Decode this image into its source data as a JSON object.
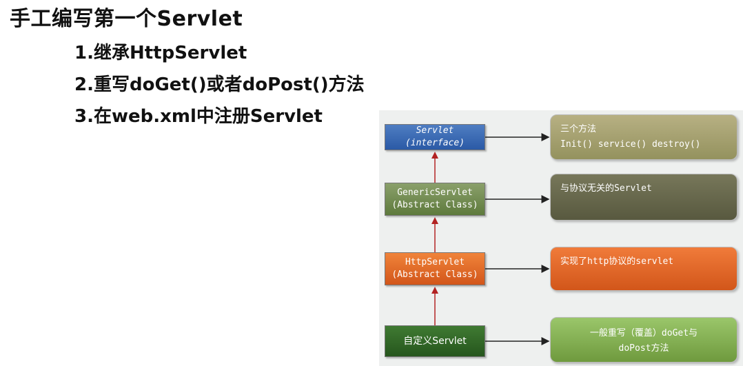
{
  "title": "手工编写第一个Servlet",
  "steps": [
    "1.继承HttpServlet",
    "2.重写doGet()或者doPost()方法",
    "3.在web.xml中注册Servlet"
  ],
  "diagram": {
    "classes": [
      {
        "line1": "Servlet",
        "line2": "(interface)"
      },
      {
        "line1": "GenericServlet",
        "line2": "(Abstract  Class)"
      },
      {
        "line1": "HttpServlet",
        "line2": "(Abstract  Class)"
      },
      {
        "line1": "自定义Servlet",
        "line2": ""
      }
    ],
    "notes": [
      {
        "line1": "三个方法",
        "line2": "Init() service() destroy()"
      },
      {
        "line1": "与协议无关的Servlet",
        "line2": ""
      },
      {
        "line1": "实现了http协议的servlet",
        "line2": ""
      },
      {
        "line1": "一般重写（覆盖）doGet与",
        "line2": "doPost方法"
      }
    ],
    "colors": {
      "interface": "#2b5aa6",
      "generic": "#5e7a3d",
      "http": "#d2561a",
      "custom": "#26561d",
      "inherit_arrow": "#b22222"
    }
  }
}
